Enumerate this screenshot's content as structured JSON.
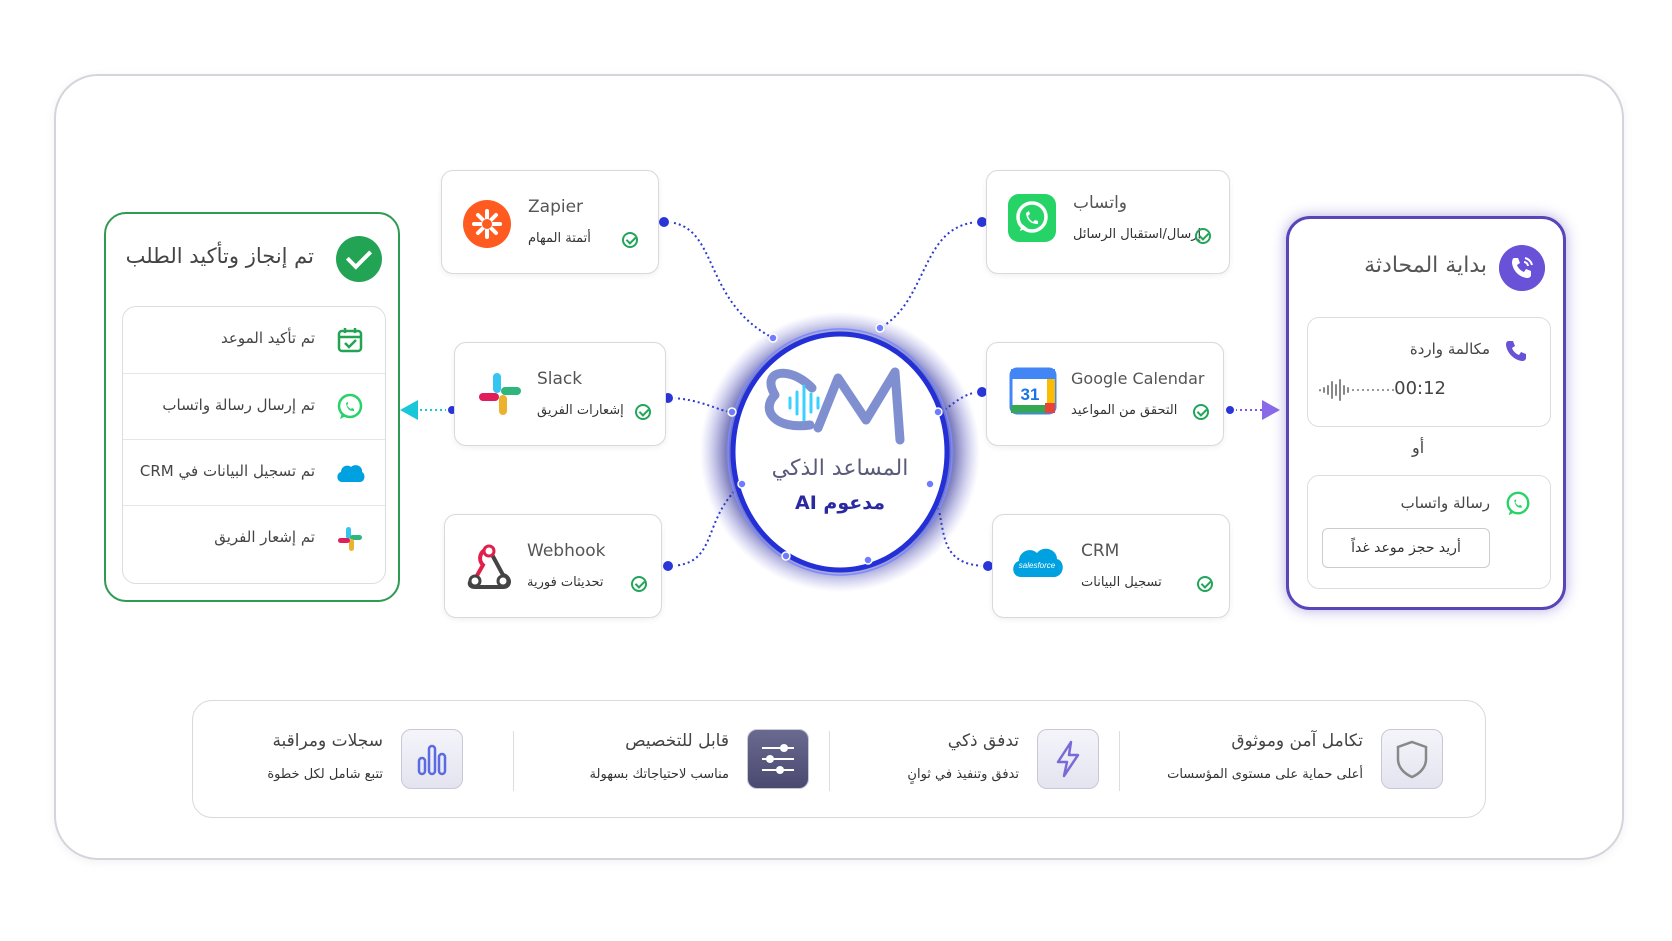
{
  "hub": {
    "title": "المساعد الذكي",
    "subtitle": "مدعوم AI"
  },
  "integrations_left": [
    {
      "name": "Zapier",
      "desc": "أتمتة المهام"
    },
    {
      "name": "Slack",
      "desc": "إشعارات الفريق"
    },
    {
      "name": "Webhook",
      "desc": "تحديثات فورية"
    }
  ],
  "integrations_right": [
    {
      "name": "واتساب",
      "desc": "إرسال/استقبال الرسائل"
    },
    {
      "name": "Google Calendar",
      "desc": "التحقق من المواعيد"
    },
    {
      "name": "CRM",
      "desc": "تسجيل البيانات"
    }
  ],
  "completion": {
    "title": "تم إنجاز وتأكيد الطلب",
    "items": [
      {
        "label": "تم تأكيد الموعد",
        "icon": "calendar-check-icon"
      },
      {
        "label": "تم إرسال رسالة واتساب",
        "icon": "whatsapp-icon"
      },
      {
        "label": "تم تسجيل البيانات في CRM",
        "icon": "salesforce-icon"
      },
      {
        "label": "تم إشعار الفريق",
        "icon": "slack-icon"
      }
    ]
  },
  "start": {
    "title": "بداية المحادثة",
    "call_label": "مكالمة واردة",
    "timer": "00:12",
    "or": "أو",
    "whatsapp_label": "رسالة واتساب",
    "message": "أريد حجز موعد غداً"
  },
  "features": [
    {
      "title": "تكامل آمن وموثوق",
      "subtitle": "أعلى حماية على مستوى المؤسسات",
      "icon": "shield-icon"
    },
    {
      "title": "تدفق ذكي",
      "subtitle": "تدفق وتنفيذ في ثوانٍ",
      "icon": "lightning-icon"
    },
    {
      "title": "قابل للتخصيص",
      "subtitle": "مناسب لاحتياجاتك بسهولة",
      "icon": "sliders-icon"
    },
    {
      "title": "سجلات ومراقبة",
      "subtitle": "تتبع شامل لكل خطوة",
      "icon": "bar-chart-icon"
    }
  ],
  "colors": {
    "hub_blue": "#2f3bd6",
    "green": "#23a455",
    "purple": "#6a52d8",
    "cyan": "#18c8d8"
  }
}
